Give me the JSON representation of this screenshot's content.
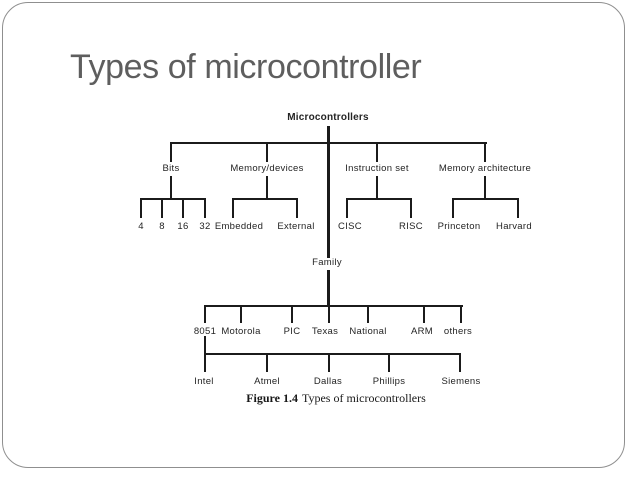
{
  "slide": {
    "title": "Types of microcontroller"
  },
  "diagram": {
    "root": "Microcontrollers",
    "branches": [
      {
        "label": "Bits",
        "children": [
          "4",
          "8",
          "16",
          "32"
        ]
      },
      {
        "label": "Memory/devices",
        "children": [
          "Embedded",
          "External"
        ]
      },
      {
        "label": "Instruction set",
        "children": [
          "CISC",
          "RISC"
        ]
      },
      {
        "label": "Memory architecture",
        "children": [
          "Princeton",
          "Harvard"
        ]
      }
    ],
    "family": {
      "label": "Family",
      "children": [
        "8051",
        "Motorola",
        "PIC",
        "Texas",
        "National",
        "ARM",
        "others"
      ]
    },
    "vendors": {
      "parent": "8051",
      "children": [
        "Intel",
        "Atmel",
        "Dallas",
        "Phillips",
        "Siemens"
      ]
    },
    "caption": {
      "figure": "Figure 1.4",
      "text": "Types of microcontrollers"
    }
  },
  "colors": {
    "line": "#1b1b1b",
    "title_gray": "#5e5e5e",
    "frame_gray": "#8f8f8f"
  }
}
